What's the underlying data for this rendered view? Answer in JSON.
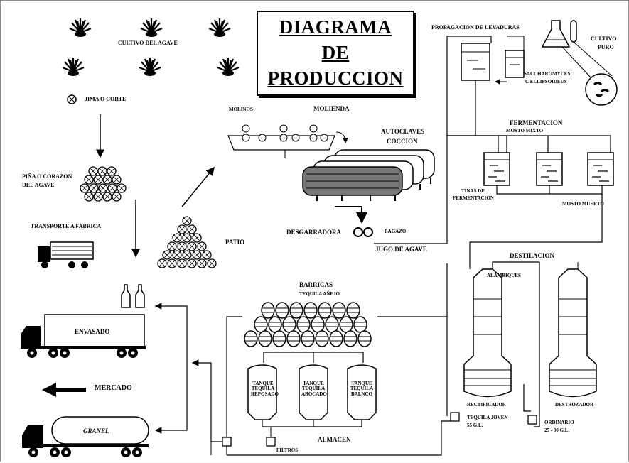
{
  "title": {
    "line1": "DIAGRAMA",
    "line2": "DE",
    "line3": "PRODUCCION"
  },
  "labels": {
    "cultivo": "CULTIVO DEL AGAVE",
    "jima": "JIMA O CORTE",
    "pina1": "PIÑA O CORAZON",
    "pina2": "DEL AGAVE",
    "transporte": "TRANSPORTE A FABRICA",
    "patio": "PATIO",
    "molinos": "MOLINOS",
    "molienda": "MOLIENDA",
    "autoclaves": "AUTOCLAVES",
    "coccion": "COCCION",
    "desgarradora": "DESGARRADORA",
    "bagazo": "BAGAZO",
    "jugo": "JUGO DE AGAVE",
    "propagacion": "PROPAGACION DE LEVADURAS",
    "cultivo_puro1": "CULTIVO",
    "cultivo_puro2": "PURO",
    "sacch1": "SACCHAROMYCES",
    "sacch2": "C ELLIPSOIDEUS",
    "fermentacion": "FERMENTACION",
    "mosto_mixto": "MOSTO MIXTO",
    "tinas1": "TINAS DE",
    "tinas2": "FERMENTACION",
    "mosto_muerto": "MOSTO MUERTO",
    "destilacion": "DESTILACION",
    "alambiques": "ALAMBIQUES",
    "rectificador": "RECTIFICADOR",
    "destrozador": "DESTROZADOR",
    "tequila_joven1": "TEQUILA JOVEN",
    "tequila_joven2": "55 G.L.",
    "ordinario1": "ORDINARIO",
    "ordinario2": "25 - 30 G.L.",
    "barricas": "BARRICAS",
    "tequila_anejo": "TEQUILA AÑEJO",
    "tanque_reposado": [
      "TANQUE",
      "TEQUILA",
      "REPOSADO"
    ],
    "tanque_abocado": [
      "TANQUE",
      "TEQUILA",
      "ABOCADO"
    ],
    "tanque_blanco": [
      "TANQUE",
      "TEQUILA",
      "BALNCO"
    ],
    "almacen": "ALMACEN",
    "filtros": "FILTROS",
    "envasado": "ENVASADO",
    "mercado": "MERCADO",
    "granel": "GRANEL"
  }
}
